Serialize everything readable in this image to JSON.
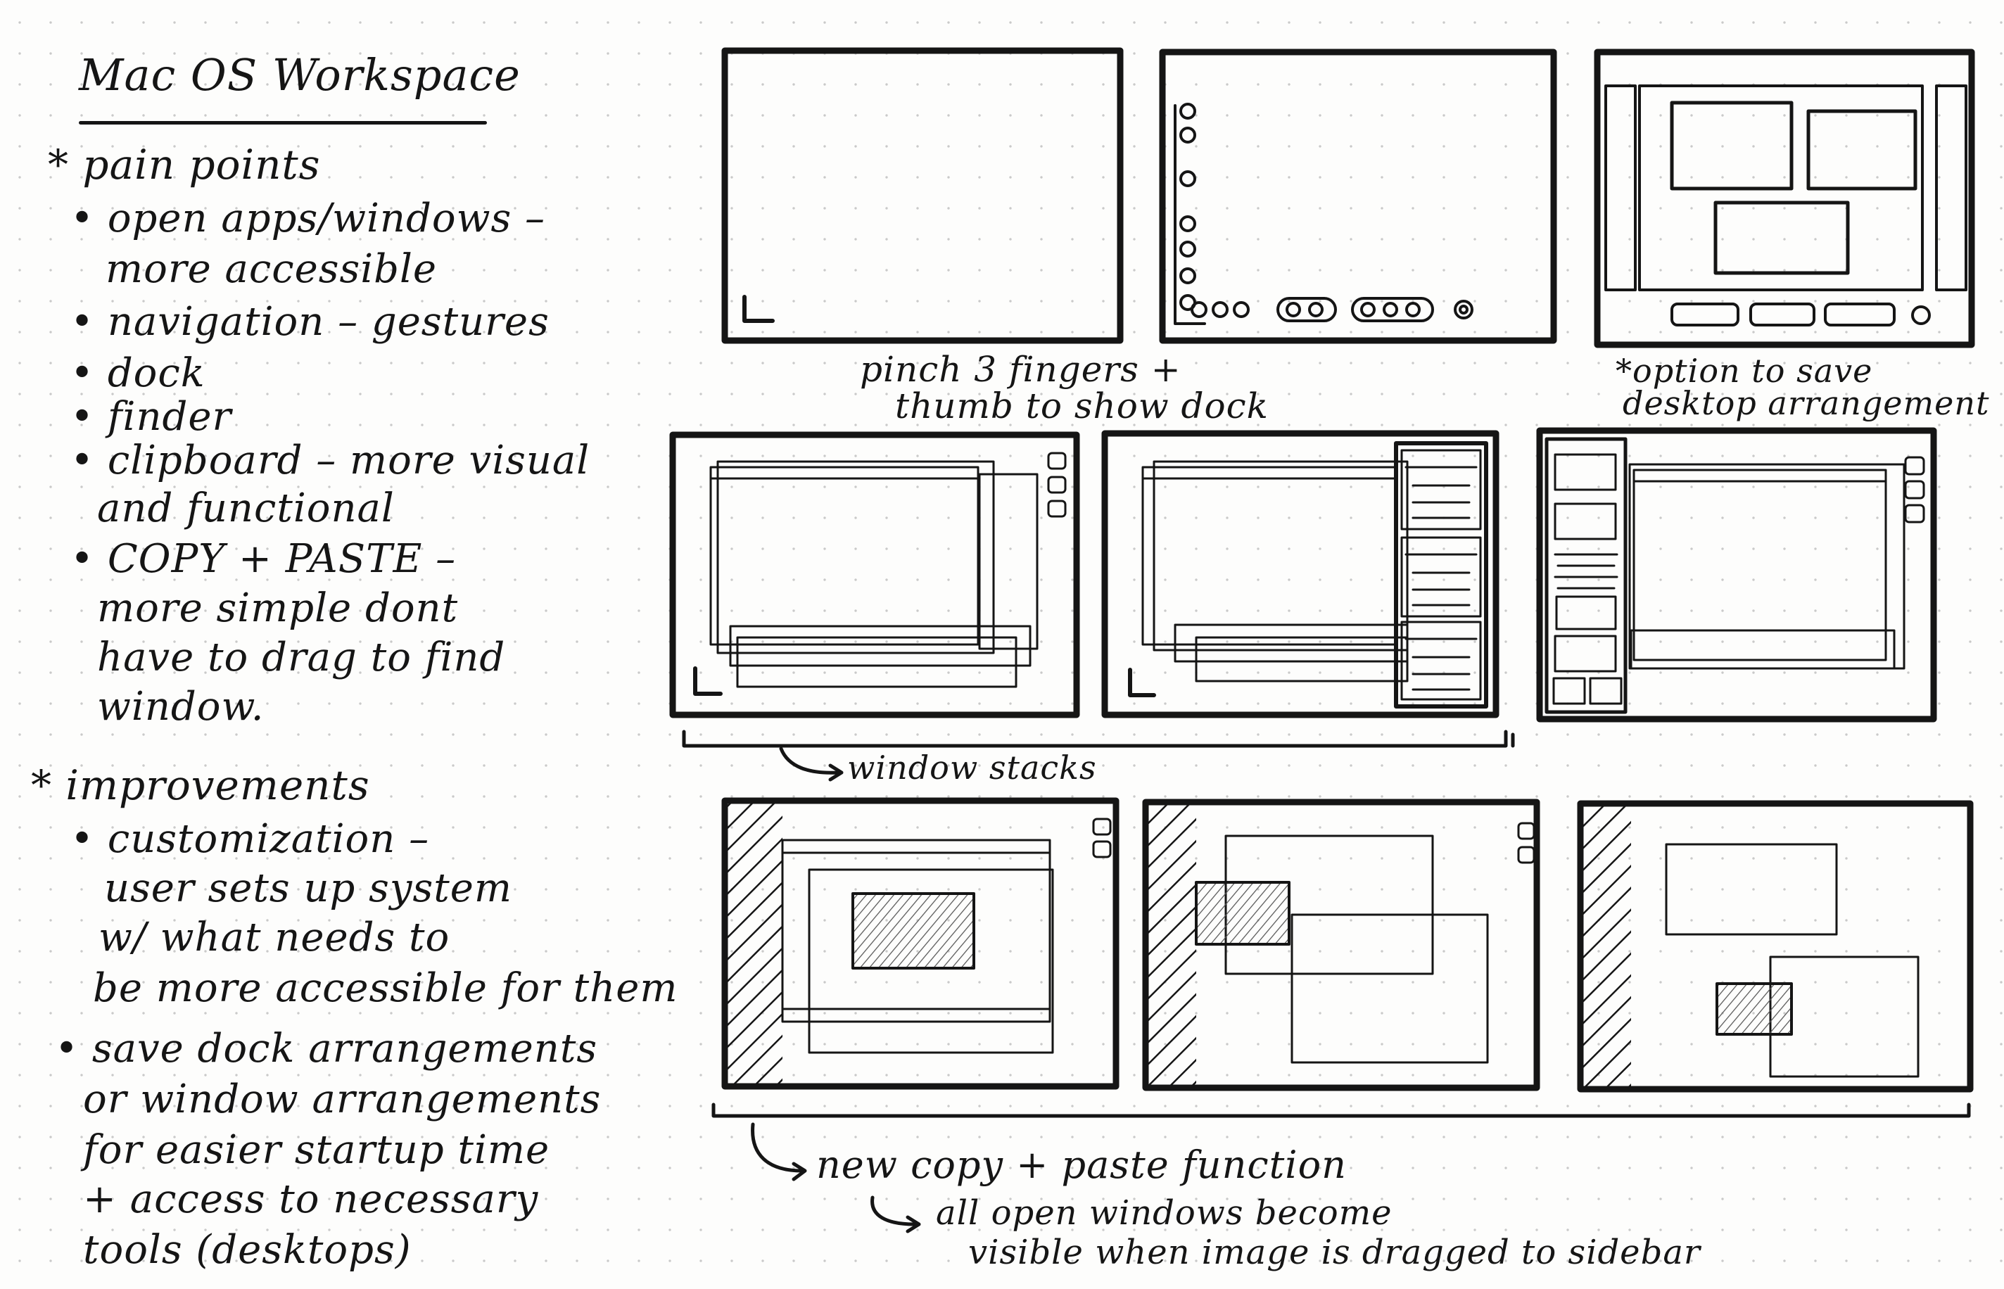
{
  "notes": {
    "title": "Mac OS Workspace",
    "pain_heading": "* pain points",
    "pain_lines": [
      "• open apps/windows –",
      "more accessible",
      "• navigation – gestures",
      "• dock",
      "• finder",
      "• clipboard – more visual",
      "and functional",
      "• COPY + PASTE –",
      "more simple dont",
      "have to drag to find",
      "window."
    ],
    "improve_heading": "* improvements",
    "improve_lines": [
      "• customization –",
      "user sets up system",
      "w/ what needs to",
      "be more accessible for them",
      "• save dock arrangements",
      "or window arrangements",
      "for easier startup time",
      "+ access to necessary",
      "tools (desktops)"
    ]
  },
  "captions": {
    "dock_line1": "pinch 3 fingers +",
    "dock_line2": "thumb to show dock",
    "save_line1": "*option to save",
    "save_line2": "desktop arrangement",
    "stacks": "window stacks",
    "copy_paste": "new copy + paste function",
    "visible_line1": "all open windows become",
    "visible_line2": "visible when image is dragged to sidebar"
  }
}
